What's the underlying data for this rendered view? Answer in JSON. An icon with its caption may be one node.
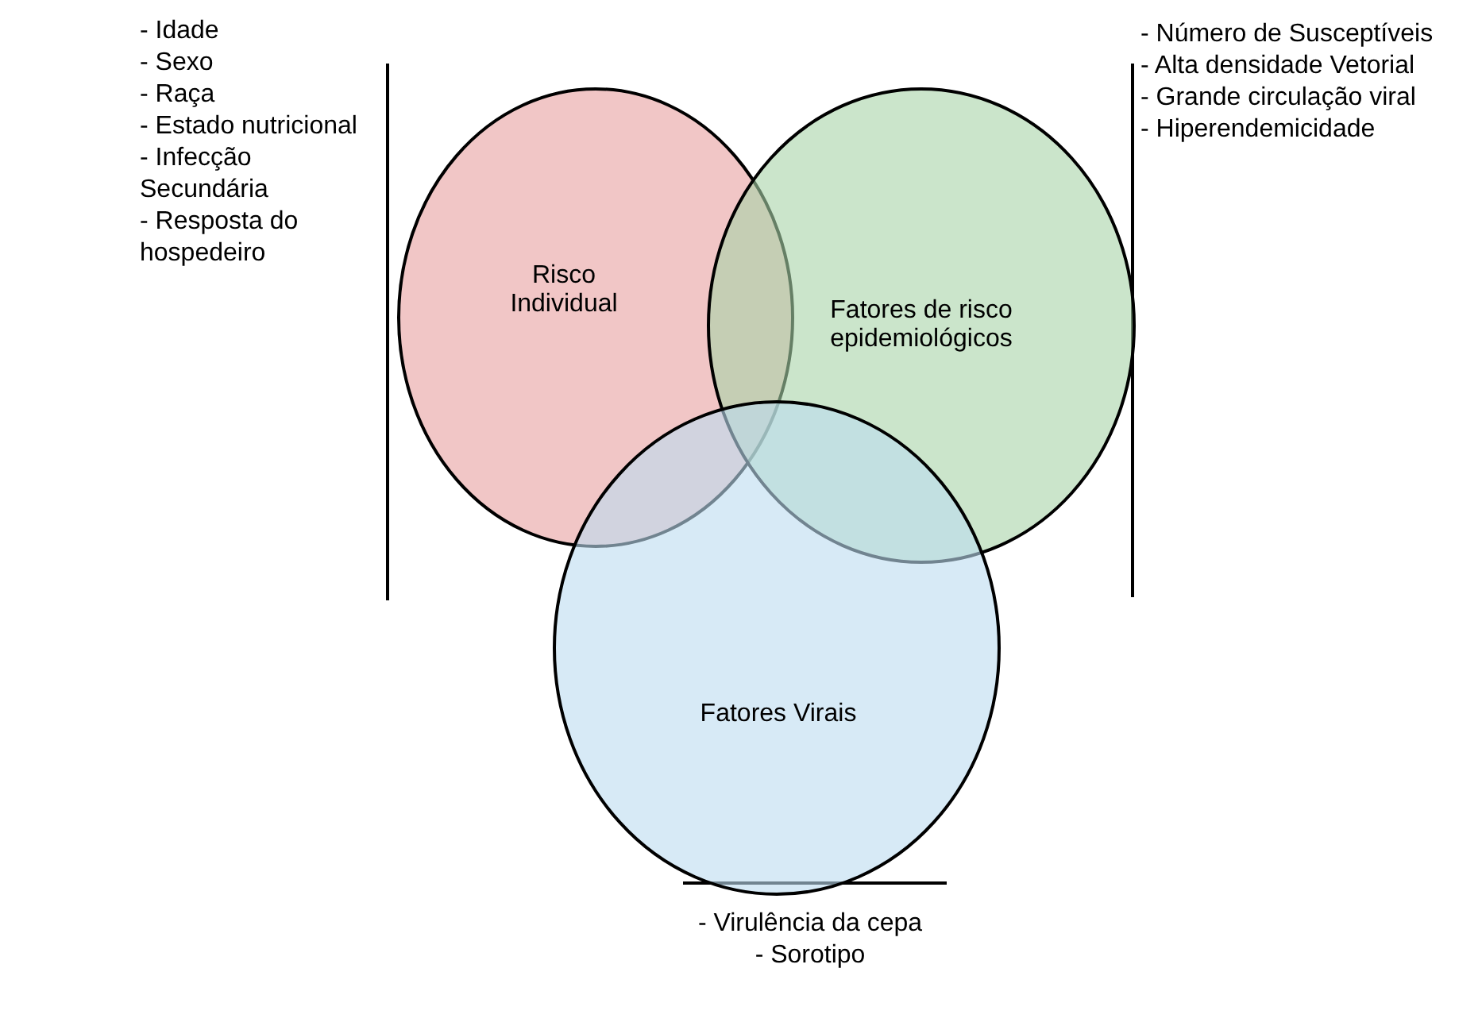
{
  "diagram": {
    "nodes": [
      {
        "text": [
          "Risco Individual"
        ],
        "beside": [
          "- Idade",
          "- Sexo",
          "- Raça",
          "- Estado nutricional",
          "- Infecção Secundária",
          "- Resposta do hospedeiro"
        ]
      },
      {
        "text": [
          "Fatores de risco epidemiológicos"
        ],
        "beside": [
          "- Número de Susceptíveis",
          "- Alta densidade Vetorial",
          "- Grande circulação viral",
          "- Hiperendemicidade"
        ]
      },
      {
        "text": [
          "Fatores Virais"
        ],
        "beside": [
          "- Virulência da cepa",
          "- Sorotipo"
        ]
      }
    ]
  }
}
